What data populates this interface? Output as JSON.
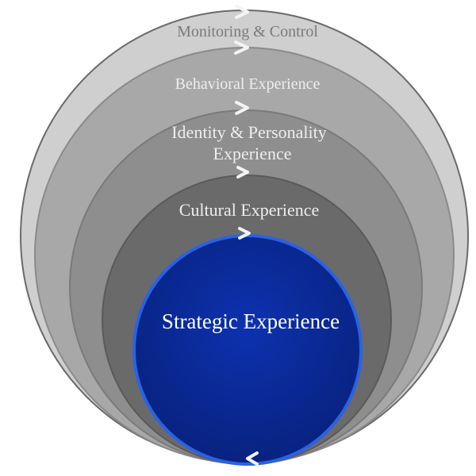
{
  "diagram": {
    "layers": [
      {
        "label": "Monitoring & Control",
        "color": "#c9c9c9"
      },
      {
        "label": "Behavioral Experience",
        "color": "#a6a6a6"
      },
      {
        "label": "Identity & Personality",
        "label2": "Experience",
        "color": "#8c8c8c"
      },
      {
        "label": "Cultural Experience",
        "color": "#6c6c6c"
      },
      {
        "label": "Strategic Experience",
        "color": "#0b2a9c"
      }
    ],
    "arrow_glyph": ">"
  }
}
